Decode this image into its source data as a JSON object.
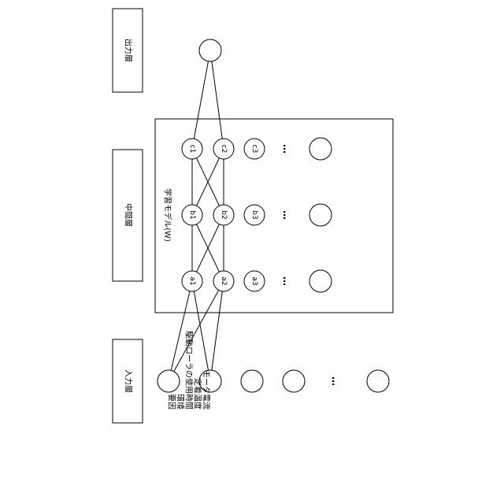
{
  "layers": {
    "output": "出力層",
    "hidden": "中間層",
    "input": "入力層"
  },
  "model_label": "学習モデル(W)",
  "nodes": {
    "c1": "c1",
    "c2": "c2",
    "c3": "c3",
    "b1": "b1",
    "b2": "b2",
    "b3": "b3",
    "a1": "a1",
    "a2": "a2",
    "a3": "a3"
  },
  "ellipsis": "…",
  "factors": {
    "heading": "要因",
    "items": [
      "環境",
      "駆動ローラの使用時間",
      "定着温度",
      "モータ電流"
    ]
  }
}
